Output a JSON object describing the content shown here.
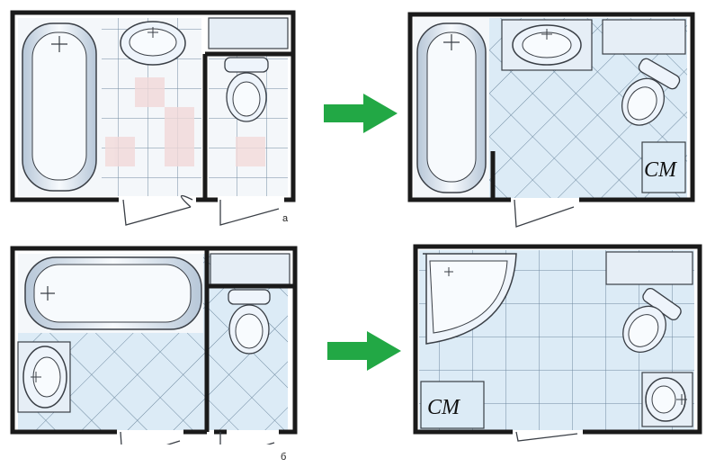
{
  "figure": {
    "label_a": "а",
    "label_b": "б",
    "plan_2_washer": "СМ",
    "plan_4_washer": "СМ"
  },
  "colors": {
    "wall": "#1a1a1a",
    "tile_blue": "#dcebf6",
    "tile_line": "#6f8aa0",
    "tile_pink": "#f2d9d9",
    "fixture_fill": "#eef4fb",
    "fixture_line": "#3a3f46",
    "arrow": "#22a845"
  },
  "icons": {
    "arrow": "right-arrow-icon",
    "bathtub": "bathtub-icon",
    "sink": "sink-icon",
    "toilet": "toilet-icon",
    "shower": "corner-shower-icon",
    "door": "door-swing-icon"
  }
}
